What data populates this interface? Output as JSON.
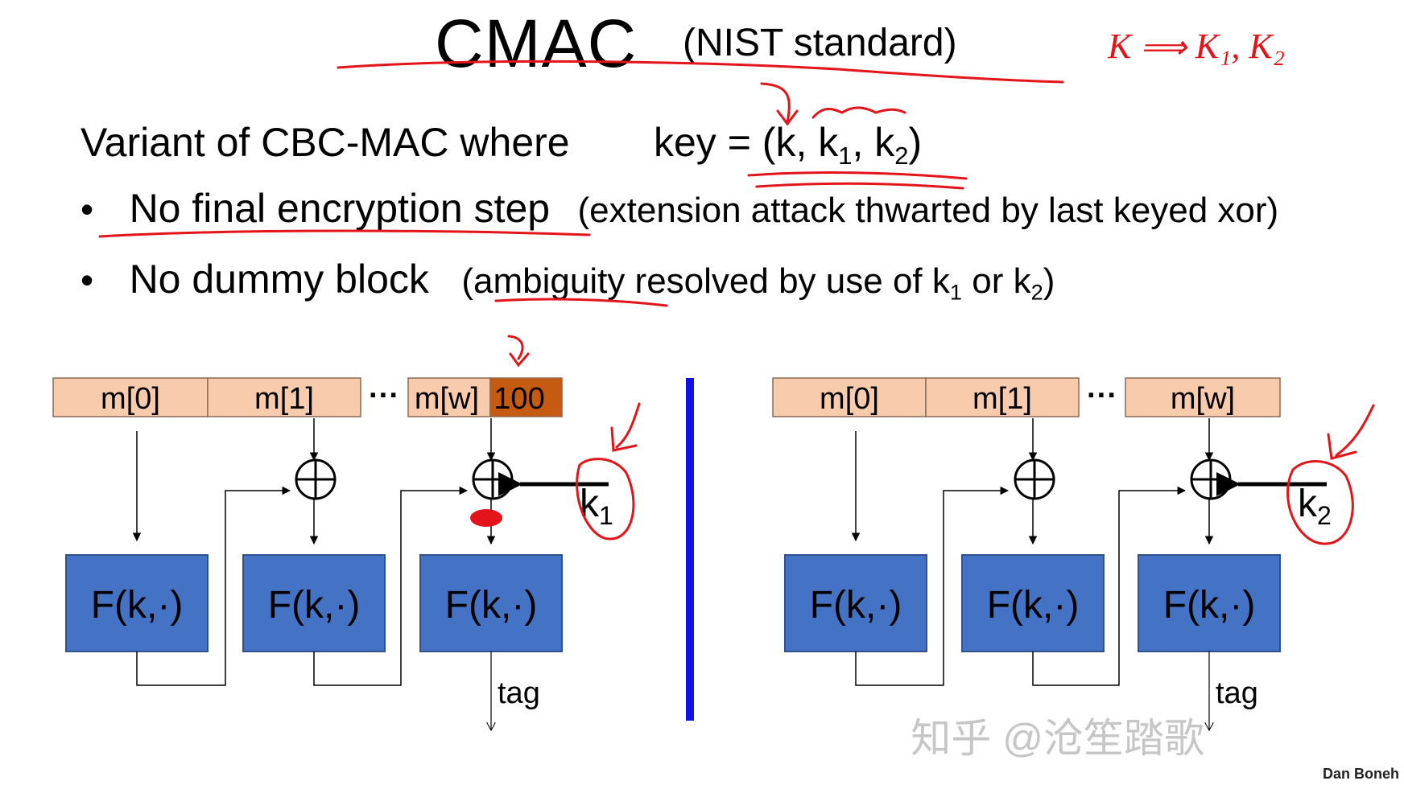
{
  "slide": {
    "title": "CMAC",
    "subtitle": "(NIST standard)",
    "intro": "Variant of CBC-MAC where",
    "key_expr": {
      "prefix": "key = (k, k",
      "sub1": "1",
      "mid": ", k",
      "sub2": "2",
      "suffix": ")"
    },
    "bullets": [
      {
        "main": "No final encryption step",
        "paren": "(extension attack thwarted by last keyed xor)"
      },
      {
        "main": "No dummy block",
        "paren_prefix": "(ambiguity resolved by use of k",
        "sub1": "1",
        "paren_mid": " or k",
        "sub2": "2",
        "paren_suffix": ")"
      }
    ],
    "author": "Dan Boneh",
    "watermark": "知乎 @沧笙踏歌"
  },
  "left_diagram": {
    "blocks": [
      "m[0]",
      "m[1]",
      "m[w]"
    ],
    "pad": "100",
    "ellipsis": "···",
    "prf_label": "F(k,·)",
    "key_label": "k",
    "key_sub": "1",
    "output": "tag"
  },
  "right_diagram": {
    "blocks": [
      "m[0]",
      "m[1]",
      "m[w]"
    ],
    "ellipsis": "···",
    "prf_label": "F(k,·)",
    "key_label": "k",
    "key_sub": "2",
    "output": "tag"
  },
  "annotations": {
    "key_derivation": {
      "k": "K",
      "arrow": "⟹",
      "k1": "K₁,",
      "k2": "K₂"
    }
  },
  "colors": {
    "block_fill": "#4472C4",
    "block_border": "#2F528F",
    "msg_fill": "#F8CBAD",
    "msg_border": "#8B6A55",
    "pad_fill": "#C55A11",
    "divider": "#1010E0",
    "annotation": "#E3141A"
  }
}
